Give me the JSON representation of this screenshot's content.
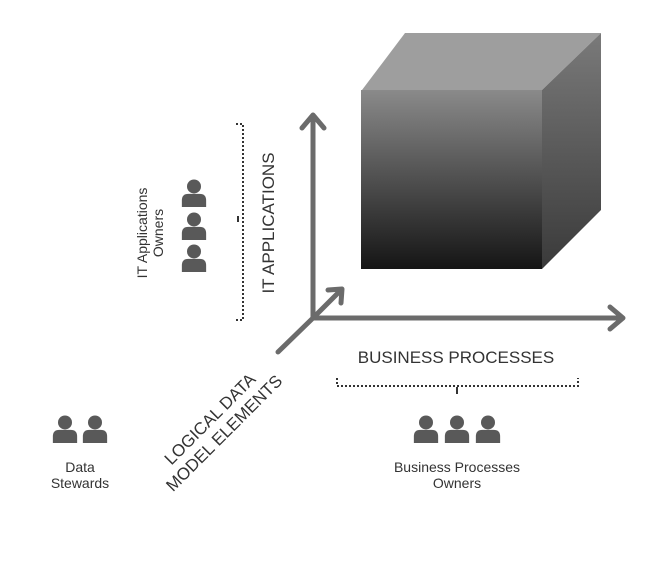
{
  "axes": {
    "vertical": "IT APPLICATIONS",
    "horizontal": "BUSINESS PROCESSES",
    "diagonal": {
      "line1": "LOGICAL DATA",
      "line2": "MODEL ELEMENTS"
    }
  },
  "roles": {
    "it_app_owners": {
      "line1": "IT Applications",
      "line2": "Owners"
    },
    "data_stewards": {
      "line1": "Data",
      "line2": "Stewards"
    },
    "bp_owners": {
      "line1": "Business Processes",
      "line2": "Owners"
    }
  },
  "colors": {
    "axis": "#6b6b6b",
    "person": "#595959",
    "cube_top": "#9e9e9e",
    "cube_side": "#6e6e6e",
    "cube_front_top": "#8a8a8a",
    "cube_front_bottom": "#151515",
    "bracket": "#333333"
  }
}
